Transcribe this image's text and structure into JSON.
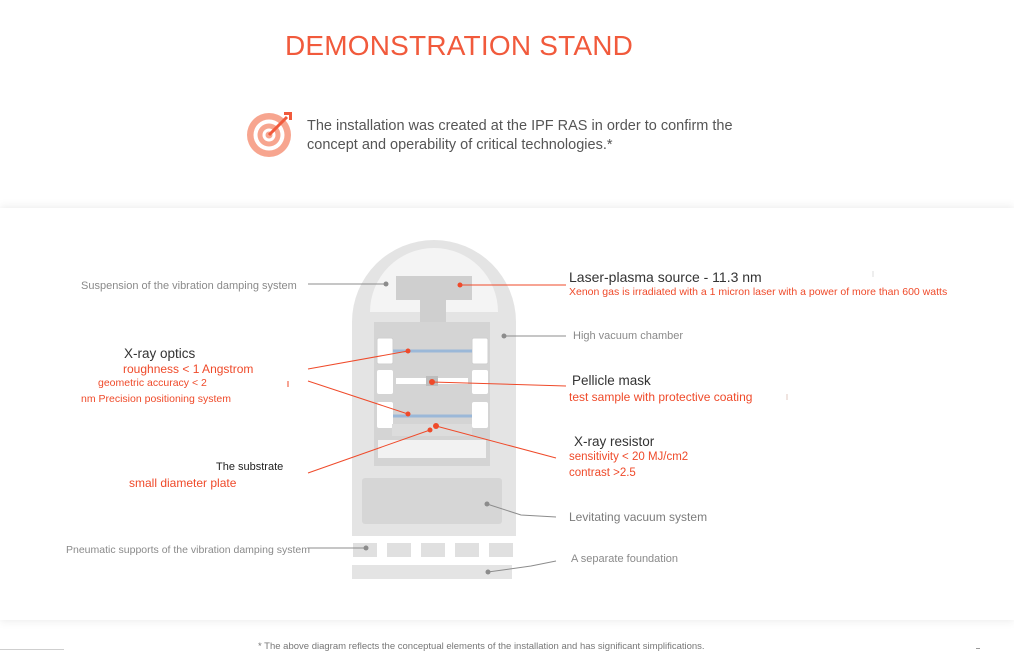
{
  "header": {
    "title": "DEMONSTRATION STAND",
    "intro_line1": "The installation was created at the IPF RAS in order to confirm the",
    "intro_line2": "concept and operability of critical technologies.*",
    "icon": "target-icon"
  },
  "diagram": {
    "labels": {
      "suspension": "Suspension of the vibration damping system",
      "laser_title": "Laser-plasma source - 11.3 nm",
      "laser_desc": "Xenon gas is irradiated with a 1 micron laser with a power of more than 600 watts",
      "vacuum_chamber": "High vacuum chamber",
      "xray_optics_title": "X-ray optics",
      "xray_optics_line1": "roughness < 1 Angstrom",
      "xray_optics_line2": "geometric accuracy < 2",
      "xray_optics_line3": "nm Precision positioning system",
      "pellicle_title": "Pellicle mask",
      "pellicle_desc": "test sample with protective coating",
      "resistor_title": "X-ray resistor",
      "resistor_line1": "sensitivity < 20 MJ/cm2",
      "resistor_line2": "contrast >2.5",
      "substrate_title": "The substrate",
      "substrate_desc": "small diameter plate",
      "levitating": "Levitating vacuum system",
      "pneumatic": "Pneumatic supports of the vibration damping system",
      "foundation": "A separate foundation"
    }
  },
  "footnote": "* The above diagram reflects the conceptual elements of the installation and has significant simplifications.",
  "colors": {
    "accent": "#f15a3c",
    "accent_light": "#f7a58f",
    "machine_gray": "#e3e3e3",
    "inner_gray": "#d2d2d2",
    "mirror_blue": "#9bb8d8"
  }
}
